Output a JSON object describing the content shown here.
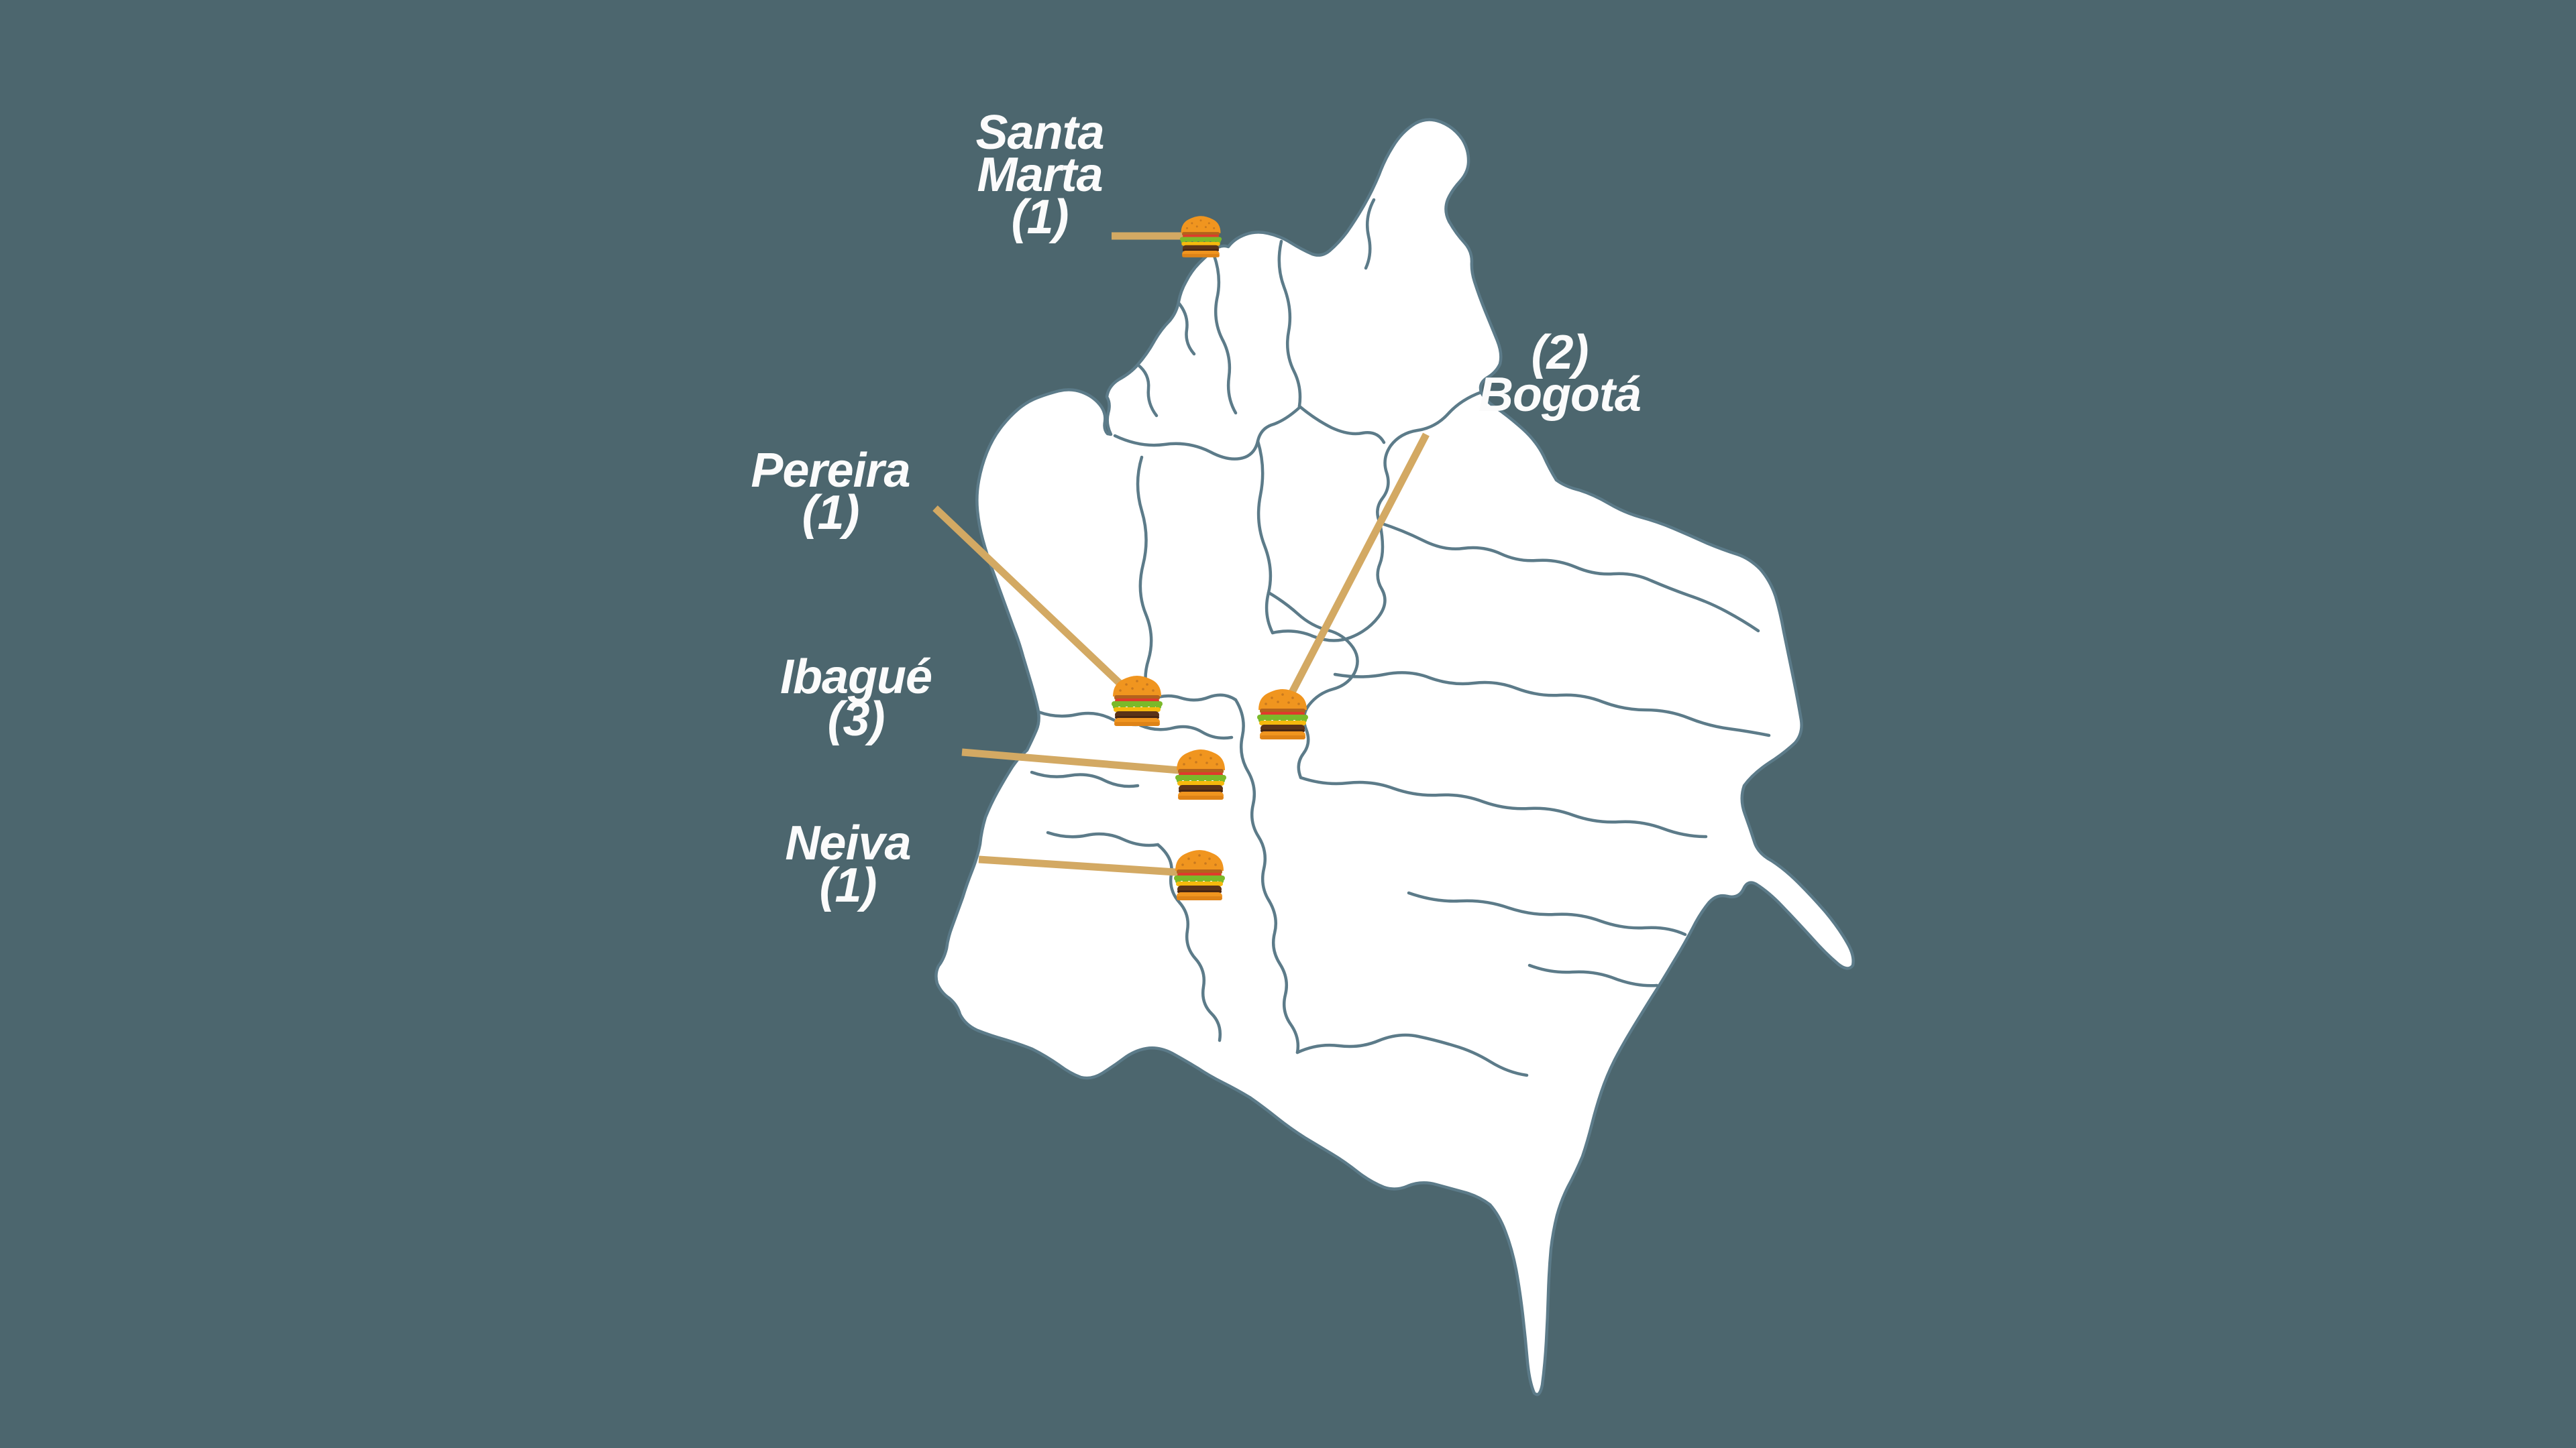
{
  "colors": {
    "background": "#4C666E",
    "map_fill": "#FFFFFF",
    "department_border": "#5C7B89",
    "leader_line": "#D3A963",
    "label_text": "#FBFBFB",
    "burger_bun": "#F0951F",
    "burger_crust": "#B3621C",
    "burger_tomato": "#E03A2C",
    "burger_lettuce": "#7BB92A",
    "burger_cheese": "#F6B90D",
    "burger_patty": "#5B3318"
  },
  "markers": [
    {
      "id": "santa-marta",
      "city": "Santa Marta",
      "count": 1,
      "icon": "hamburger-icon",
      "icon_glyph": "🍔",
      "label_lines": [
        "Santa",
        "Marta",
        "(1)"
      ]
    },
    {
      "id": "bogota",
      "city": "Bogotá",
      "count": 2,
      "icon": "hamburger-icon",
      "icon_glyph": "🍔",
      "label_lines": [
        "(2)",
        "Bogotá"
      ]
    },
    {
      "id": "pereira",
      "city": "Pereira",
      "count": 1,
      "icon": "hamburger-icon",
      "icon_glyph": "🍔",
      "label_lines": [
        "Pereira",
        "(1)"
      ]
    },
    {
      "id": "ibague",
      "city": "Ibagué",
      "count": 3,
      "icon": "hamburger-icon",
      "icon_glyph": "🍔",
      "label_lines": [
        "Ibagué",
        "(3)"
      ]
    },
    {
      "id": "neiva",
      "city": "Neiva",
      "count": 1,
      "icon": "hamburger-icon",
      "icon_glyph": "🍔",
      "label_lines": [
        "Neiva",
        "(1)"
      ]
    }
  ]
}
